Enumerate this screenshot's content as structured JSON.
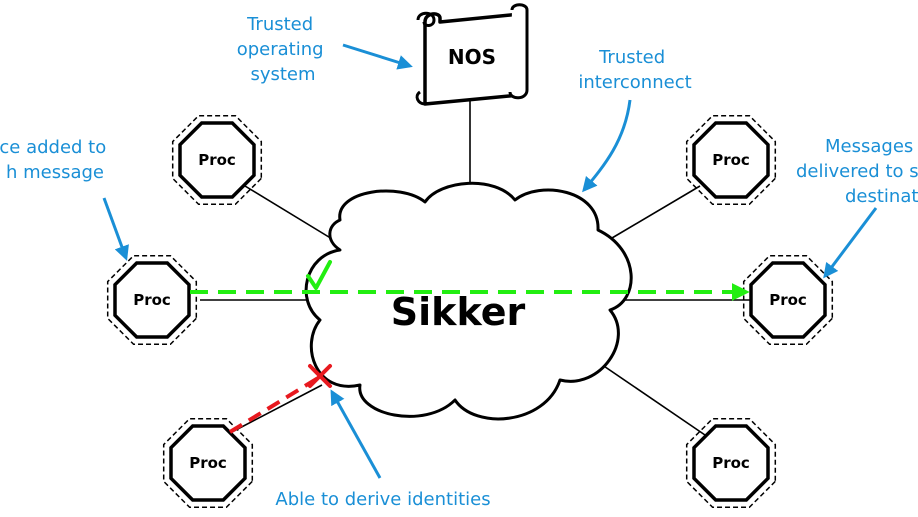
{
  "nos": {
    "label": "NOS"
  },
  "cloud": {
    "label": "Sikker"
  },
  "proc_label": "Proc",
  "annotations": {
    "trusted_os": [
      "Trusted",
      "operating",
      "system"
    ],
    "trusted_interconnect": [
      "Trusted",
      "interconnect"
    ],
    "source_added": [
      "ce added to",
      "h message"
    ],
    "messages_delivered": [
      "Messages",
      "delivered to s",
      "destinat"
    ],
    "derive_identities": [
      "Able to derive identities"
    ]
  },
  "colors": {
    "annotation": "#1a8fd6",
    "allowed_path": "#22ee11",
    "denied_path": "#e8191f"
  }
}
